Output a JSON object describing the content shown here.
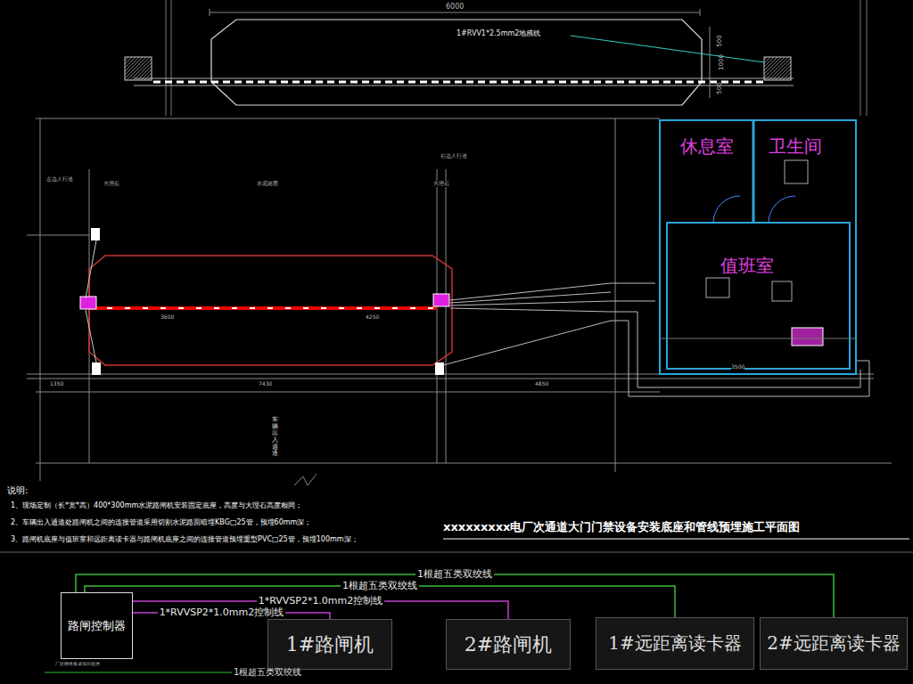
{
  "diagram": {
    "title": "xxxxxxxxx电厂次通道大门门禁设备安装底座和管线预埋施工平面图",
    "nodes": [
      {
        "text": [
          "路闸控制器"
        ]
      },
      {
        "text": [
          "1#路闸机"
        ]
      },
      {
        "text": [
          "2#路闸机"
        ]
      },
      {
        "text": [
          "1#远距离读卡器"
        ]
      },
      {
        "text": [
          "2#远距离读卡器"
        ]
      }
    ],
    "edges": [
      {
        "from": 0,
        "to": 1,
        "arrow": "none",
        "label": "1*RVVSP2*1.0mm2控制线"
      },
      {
        "from": 0,
        "to": 2,
        "arrow": "none",
        "label": "1*RVVSP2*1.0mm2控制线"
      },
      {
        "from": 0,
        "to": 3,
        "arrow": "none",
        "label": "1根超五类双绞线"
      },
      {
        "from": 0,
        "to": 4,
        "arrow": "none",
        "label": "1根超五类双绞线"
      }
    ],
    "labels": [
      "6000",
      "1#RVV1*2.5mm2地感线",
      "500",
      "1000",
      "500",
      "休息室",
      "卫生间",
      "值班室",
      "左边人行道",
      "大理石",
      "水泥路面",
      "右边人行道",
      "大理石",
      "车辆出入通道",
      "1350",
      "7430",
      "4850",
      "3600",
      "4250",
      "3500",
      "说明:",
      "1、现场定制（长*宽*高）400*300mm水泥路闸机安装固定底座，高度与大理石高度相同；",
      "2、车辆出入通道处路闸机之间的连接管道采用切割水泥路面暗埋KBG□25管，预埋60mm深；",
      "3、路闸机底座与值班室和远距离读卡器与路闸机底座之间的连接管道预埋重型PVC□25管，预埋100mm深；",
      "厂区网络集成项目提供",
      "1根超五类双绞线"
    ]
  }
}
